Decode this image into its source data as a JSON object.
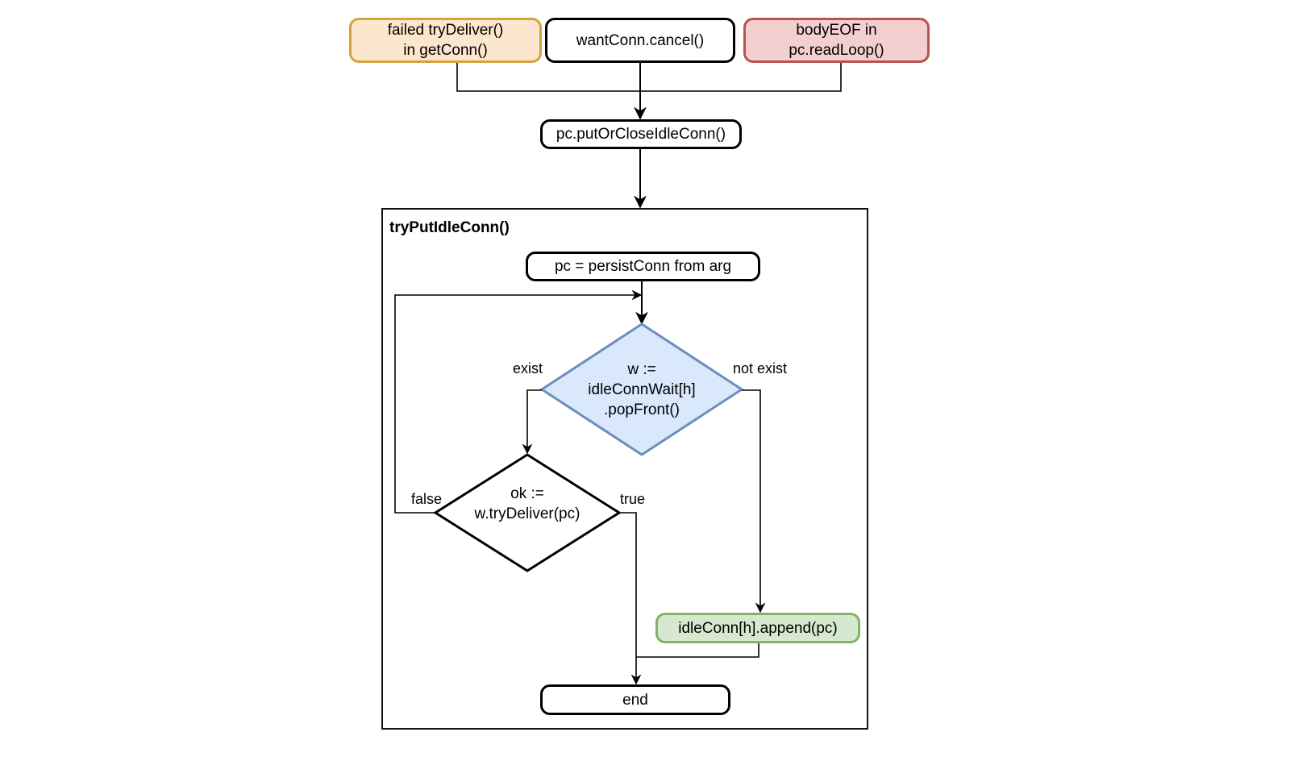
{
  "diagram": {
    "sources": [
      {
        "label": "failed tryDeliver()\nin getConn()",
        "style": "orange",
        "color_fill": "#fce6cd",
        "color_stroke": "#d6a23c"
      },
      {
        "label": "wantConn.cancel()",
        "style": "plain",
        "color_fill": "#ffffff",
        "color_stroke": "#000000"
      },
      {
        "label": "bodyEOF in\npc.readLoop()",
        "style": "red",
        "color_fill": "#f3cfcf",
        "color_stroke": "#b85450"
      }
    ],
    "merge_node": {
      "label": "pc.putOrCloseIdleConn()"
    },
    "container": {
      "title": "tryPutIdleConn()",
      "start": {
        "label": "pc = persistConn from arg"
      },
      "decision_wait": {
        "label": "w :=\nidleConnWait[h]\n.popFront()",
        "color_fill": "#dae8fc",
        "color_stroke": "#6c8ebf",
        "branch_yes": "exist",
        "branch_no": "not exist"
      },
      "decision_deliver": {
        "label": "ok :=\nw.tryDeliver(pc)",
        "branch_false": "false",
        "branch_true": "true"
      },
      "append": {
        "label": "idleConn[h].append(pc)",
        "color_fill": "#d5e8d4",
        "color_stroke": "#82b366"
      },
      "end": {
        "label": "end"
      }
    }
  }
}
